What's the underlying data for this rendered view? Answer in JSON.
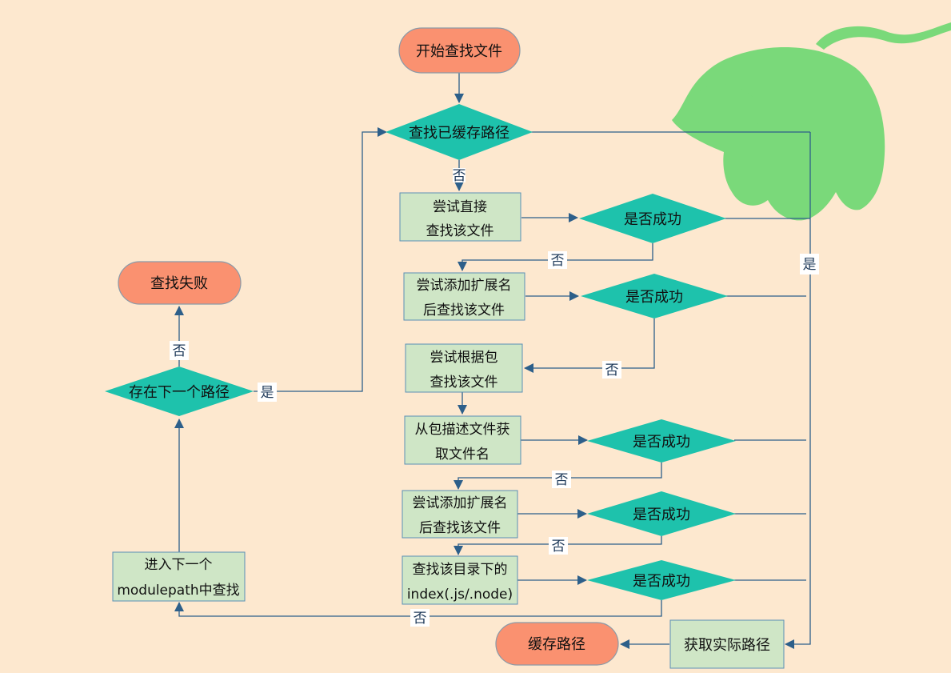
{
  "nodes": {
    "start": "开始查找文件",
    "check_cache": "查找已缓存路径",
    "try_direct_l1": "尝试直接",
    "try_direct_l2": "查找该文件",
    "success1": "是否成功",
    "try_ext_l1": "尝试添加扩展名",
    "try_ext_l2": "后查找该文件",
    "success2": "是否成功",
    "try_pkg_l1": "尝试根据包",
    "try_pkg_l2": "查找该文件",
    "pkg_desc_l1": "从包描述文件获",
    "pkg_desc_l2": "取文件名",
    "success3": "是否成功",
    "try_ext2_l1": "尝试添加扩展名",
    "try_ext2_l2": "后查找该文件",
    "success4": "是否成功",
    "find_index_l1": "查找该目录下的",
    "find_index_l2": "index(.js/.node)",
    "success5": "是否成功",
    "get_real_path": "获取实际路径",
    "cache_path": "缓存路径",
    "next_modulepath_l1": "进入下一个",
    "next_modulepath_l2": "modulepath中查找",
    "has_next_path": "存在下一个路径",
    "fail": "查找失败"
  },
  "edge_labels": {
    "cache_no": "否",
    "success1_no": "否",
    "success2_no": "否",
    "success4_no": "否",
    "success3_no": "否",
    "success5_no": "否",
    "yes_main": "是",
    "has_next_yes": "是",
    "has_next_no": "否"
  },
  "colors": {
    "background": "#fde8cf",
    "terminal_fill": "#fa9170",
    "terminal_stroke": "#8a9aa8",
    "decision_fill": "#1ec2ac",
    "process_fill": "#cfe6c6",
    "process_stroke": "#5b8fb5",
    "connector": "#2d5f8a",
    "flower": "#7ad97a"
  }
}
